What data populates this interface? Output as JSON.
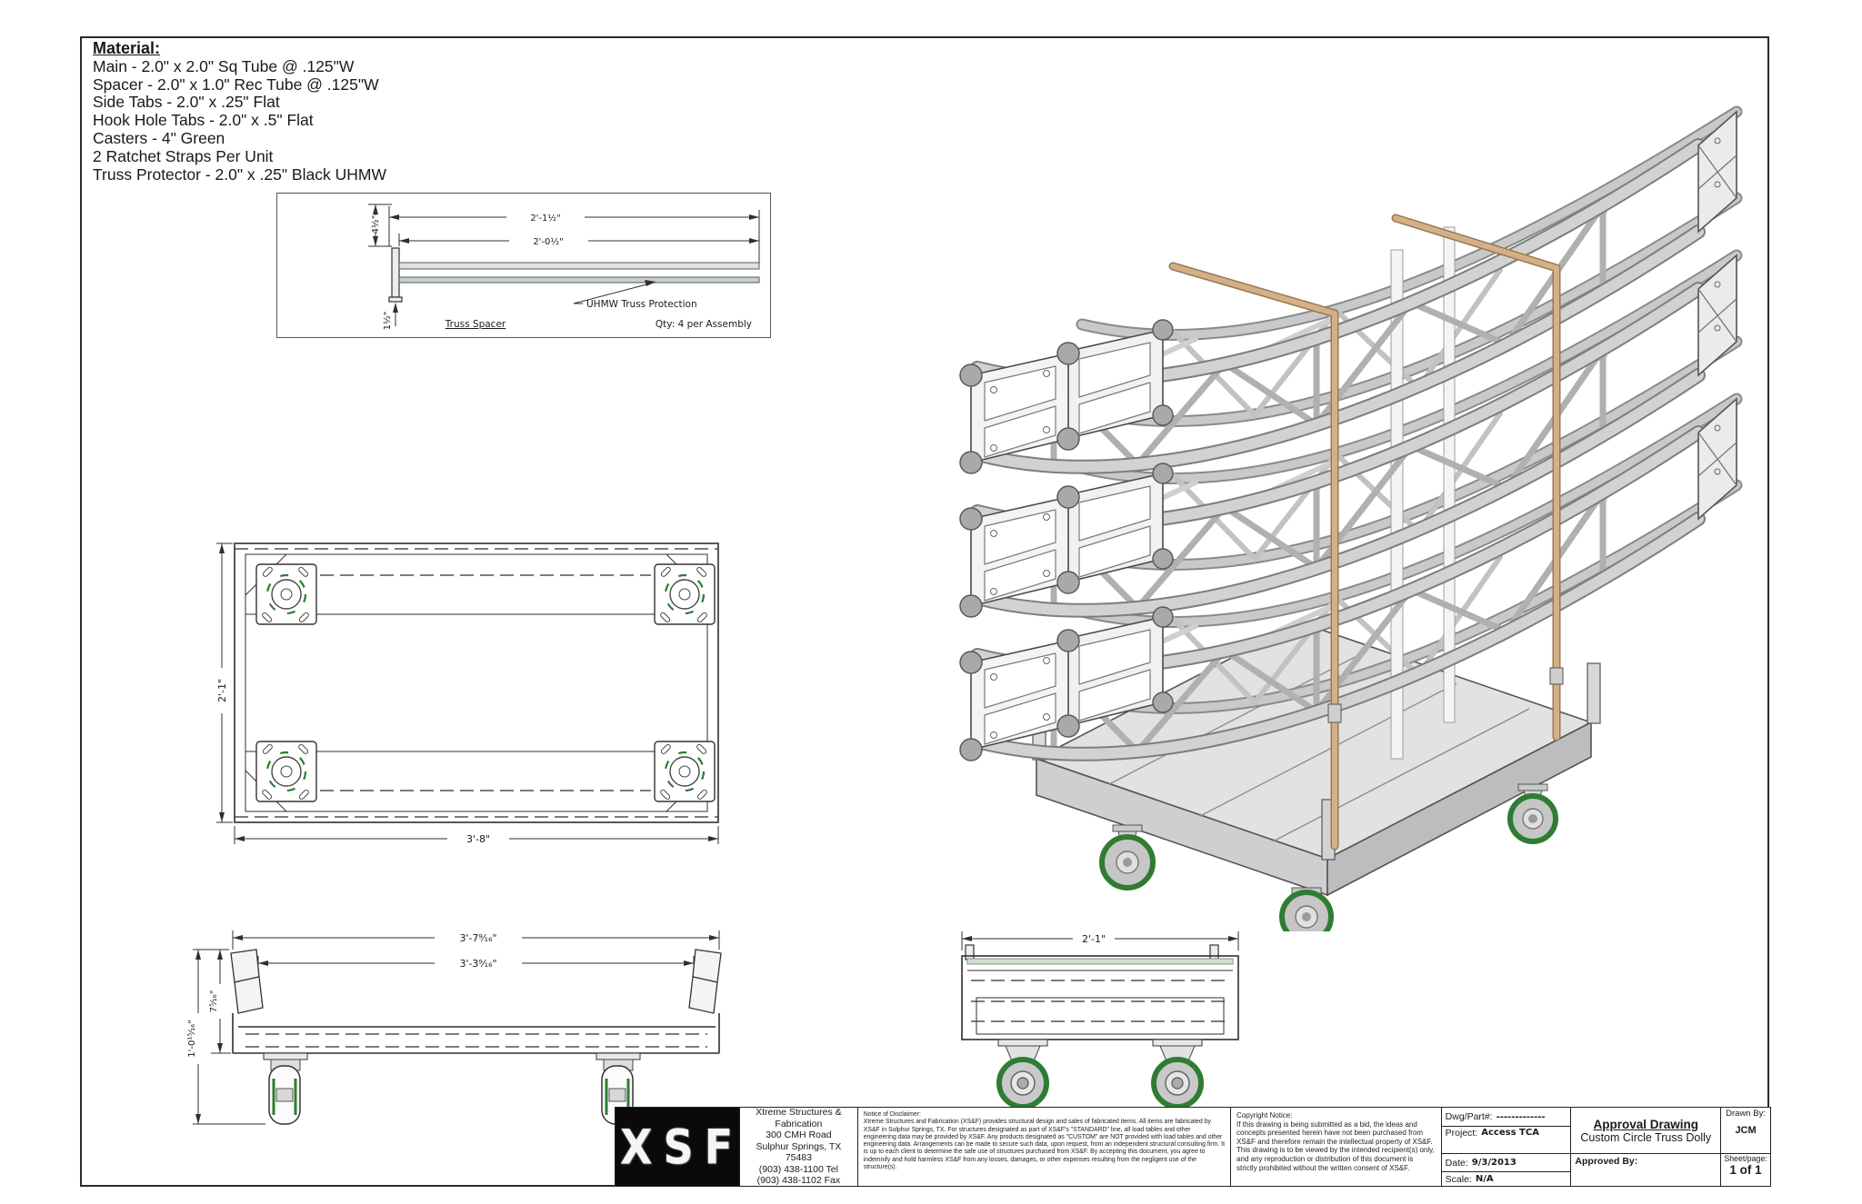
{
  "material": {
    "title": "Material:",
    "items": [
      "Main - 2.0\" x 2.0\" Sq Tube @ .125\"W",
      "Spacer - 2.0\" x 1.0\" Rec Tube @ .125\"W",
      "Side Tabs - 2.0\" x .25\" Flat",
      "Hook Hole Tabs - 2.0\" x .5\" Flat",
      "Casters - 4\" Green",
      "2 Ratchet Straps Per Unit",
      "Truss Protector - 2.0\" x .25\"  Black UHMW"
    ]
  },
  "spacer_detail": {
    "dim_top": "2'-1½\"",
    "dim_mid": "2'-0½\"",
    "dim_left": "4½\"",
    "dim_bottom": "1½\"",
    "leader_label": "UHMW Truss Protection",
    "caption": "Truss Spacer",
    "qty_note": "Qty: 4 per Assembly"
  },
  "top_view": {
    "dim_depth": "2'-1\"",
    "dim_width": "3'-8\""
  },
  "front_view": {
    "dim_overall": "3'-7⁹⁄₁₆\"",
    "dim_inner": "3'-3⁹⁄₁₆\"",
    "dim_rail_height": "7⁵⁄₁₆\"",
    "dim_total_height": "1'-0¹⁵⁄₁₆\""
  },
  "side_view": {
    "dim_width": "2'-1\""
  },
  "title_block": {
    "logo": "XSF",
    "company": [
      "Xtreme Structures &",
      "Fabrication",
      "300 CMH Road",
      "Sulphur Springs, TX 75483",
      "(903) 438-1100 Tel",
      "(903) 438-1102 Fax"
    ],
    "notice_title": "Notice of Disclaimer:",
    "notice_body": "Xtreme Structures and Fabrication (XS&F) provides structural design and sales of fabricated items. All items are fabricated by XS&F in Sulphur Springs, TX. For structures designated as part of XS&F's \"STANDARD\" line, all load tables and other engineering data may be provided by XS&F. Any products designated as \"CUSTOM\" are NOT provided with load tables and other engineering data. Arrangements can be made to secure such data, upon request, from an independent structural consulting firm. It is up to each client to determine the safe use of structures purchased from XS&F. By accepting this document, you agree to indemnify and hold harmless XS&F from any losses, damages, or other expenses resulting from the negligent use of the structure(s).",
    "copyright_title": "Copyright Notice:",
    "copyright_body": "If this drawing is being submitted as a bid, the ideas and concepts presented herein have not been purchased from XS&F and therefore remain the intellectual property of XS&F. This drawing is to be viewed by the intended recipient(s) only, and any reproduction or distribution of this document is strictly prohibited without the written consent of XS&F.",
    "dwg_part_label": "Dwg/Part#:",
    "dwg_part_value": "-------------",
    "project_label": "Project:",
    "project_value": "Access TCA",
    "date_label": "Date:",
    "date_value": "9/3/2013",
    "scale_label": "Scale:",
    "scale_value": "N/A",
    "approval_title": "Approval Drawing",
    "drawing_title": "Custom Circle Truss Dolly",
    "approved_by_label": "Approved By:",
    "drawn_by_label": "Drawn By:",
    "drawn_by_value": "JCM",
    "sheet_label": "Sheet/page:",
    "sheet_value": "1 of 1"
  },
  "colors": {
    "caster_green": "#2e7d32",
    "strap_tan": "#d2b189",
    "uhmw_green_gray": "#c6d2c6",
    "steel_light": "#d2d2d2",
    "steel_dark": "#7d7d7d"
  }
}
